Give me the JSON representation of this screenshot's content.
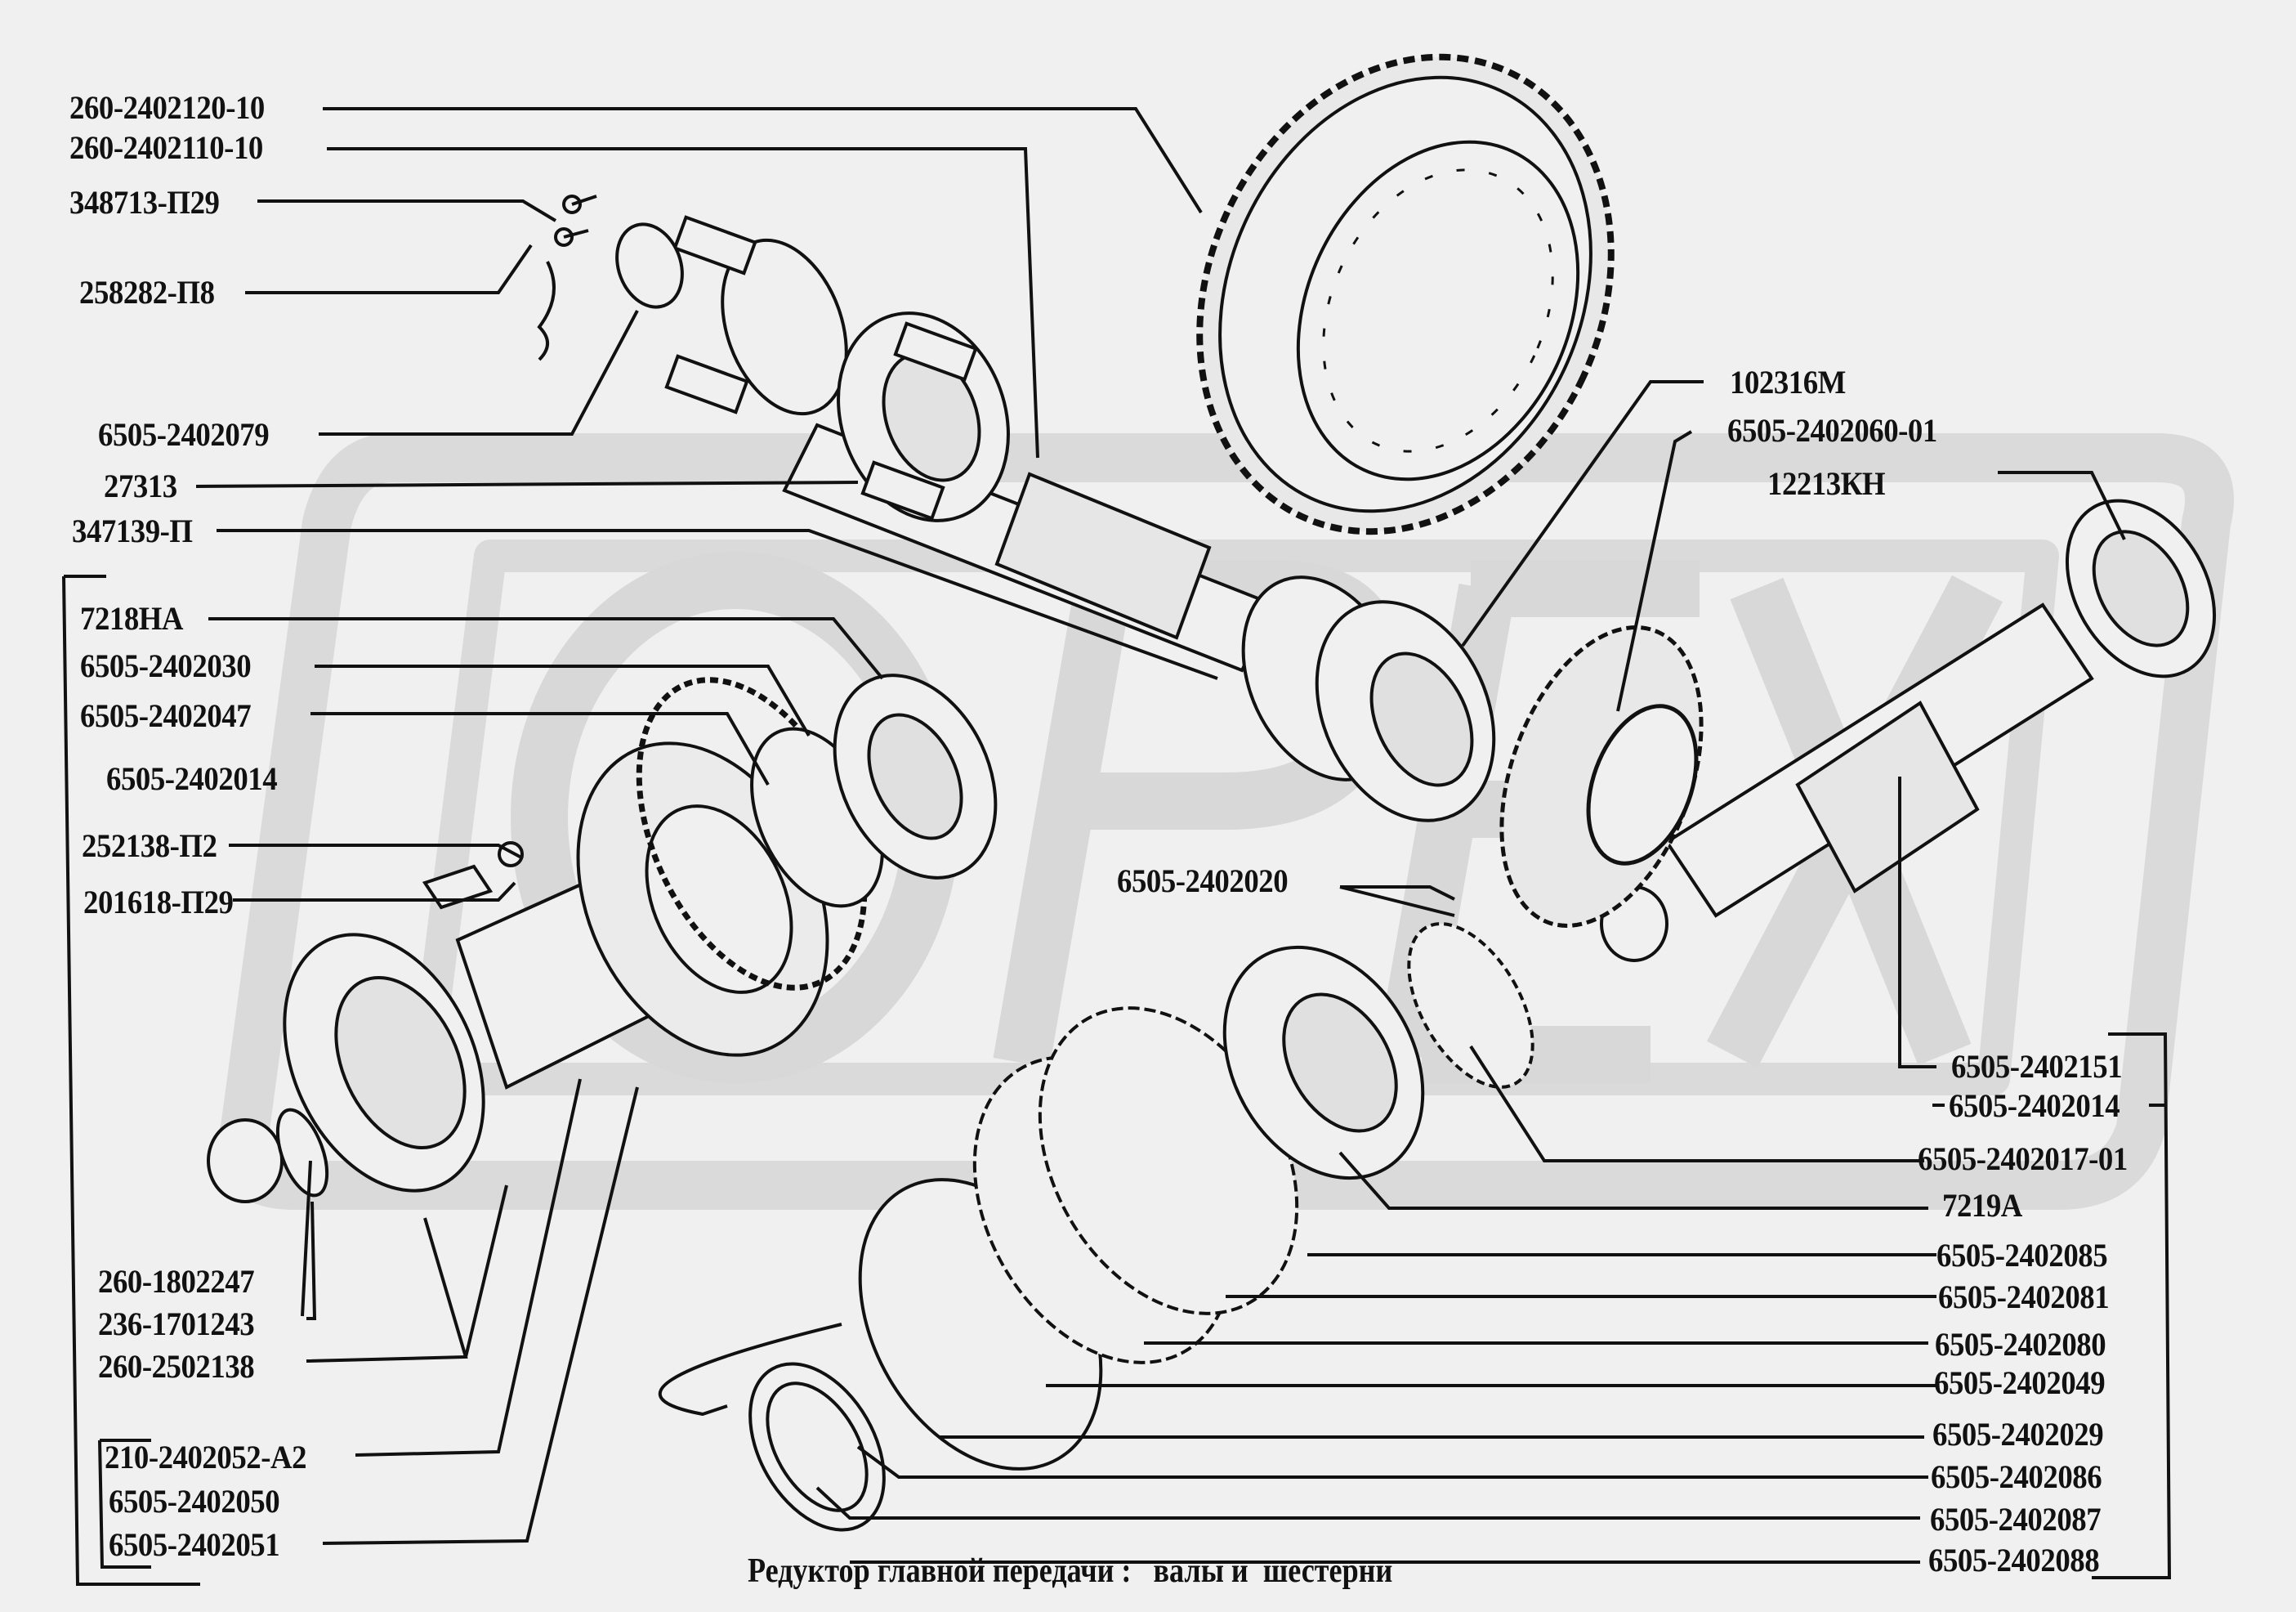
{
  "diagram": {
    "caption": "Редуктор главной передачи :   валы и  шестерни",
    "watermark": "OPEX",
    "colors": {
      "background": "#f0f0f0",
      "watermark": "#dadada",
      "ink": "#111111"
    },
    "left_labels": [
      {
        "id": "260-2402120-10",
        "text": "260-2402120-10"
      },
      {
        "id": "260-2402110-10",
        "text": "260-2402110-10"
      },
      {
        "id": "348713-p29",
        "text": "348713-П29"
      },
      {
        "id": "258282-p8",
        "text": "258282-П8"
      },
      {
        "id": "6505-2402079",
        "text": "6505-2402079"
      },
      {
        "id": "27313",
        "text": "27313"
      },
      {
        "id": "347139-p",
        "text": "347139-П"
      },
      {
        "id": "7218na",
        "text": "7218НА"
      },
      {
        "id": "6505-2402030",
        "text": "6505-2402030"
      },
      {
        "id": "6505-2402047",
        "text": "6505-2402047"
      },
      {
        "id": "6505-2402014-left",
        "text": "6505-2402014"
      },
      {
        "id": "252138-p2",
        "text": "252138-П2"
      },
      {
        "id": "201618-p29",
        "text": "201618-П29"
      },
      {
        "id": "260-1802247",
        "text": "260-1802247"
      },
      {
        "id": "236-1701243",
        "text": "236-1701243"
      },
      {
        "id": "260-2502138",
        "text": "260-2502138"
      },
      {
        "id": "210-2402052-a2",
        "text": "210-2402052-А2"
      },
      {
        "id": "6505-2402050",
        "text": "6505-2402050"
      },
      {
        "id": "6505-2402051",
        "text": "6505-2402051"
      }
    ],
    "center_labels": [
      {
        "id": "6505-2402020",
        "text": "6505-2402020"
      }
    ],
    "right_labels": [
      {
        "id": "102316m",
        "text": "102316М"
      },
      {
        "id": "6505-2402060-01",
        "text": "6505-2402060-01"
      },
      {
        "id": "12213kn",
        "text": "12213КН"
      },
      {
        "id": "6505-2402151",
        "text": "6505-2402151"
      },
      {
        "id": "6505-2402014-right",
        "text": "6505-2402014"
      },
      {
        "id": "6505-2402017-01",
        "text": "6505-2402017-01"
      },
      {
        "id": "7219a",
        "text": "7219А"
      },
      {
        "id": "6505-2402085",
        "text": "6505-2402085"
      },
      {
        "id": "6505-2402081",
        "text": "6505-2402081"
      },
      {
        "id": "6505-2402080",
        "text": "6505-2402080"
      },
      {
        "id": "6505-2402049",
        "text": "6505-2402049"
      },
      {
        "id": "6505-2402029",
        "text": "6505-2402029"
      },
      {
        "id": "6505-2402086",
        "text": "6505-2402086"
      },
      {
        "id": "6505-2402087",
        "text": "6505-2402087"
      },
      {
        "id": "6505-2402088",
        "text": "6505-2402088"
      }
    ]
  }
}
